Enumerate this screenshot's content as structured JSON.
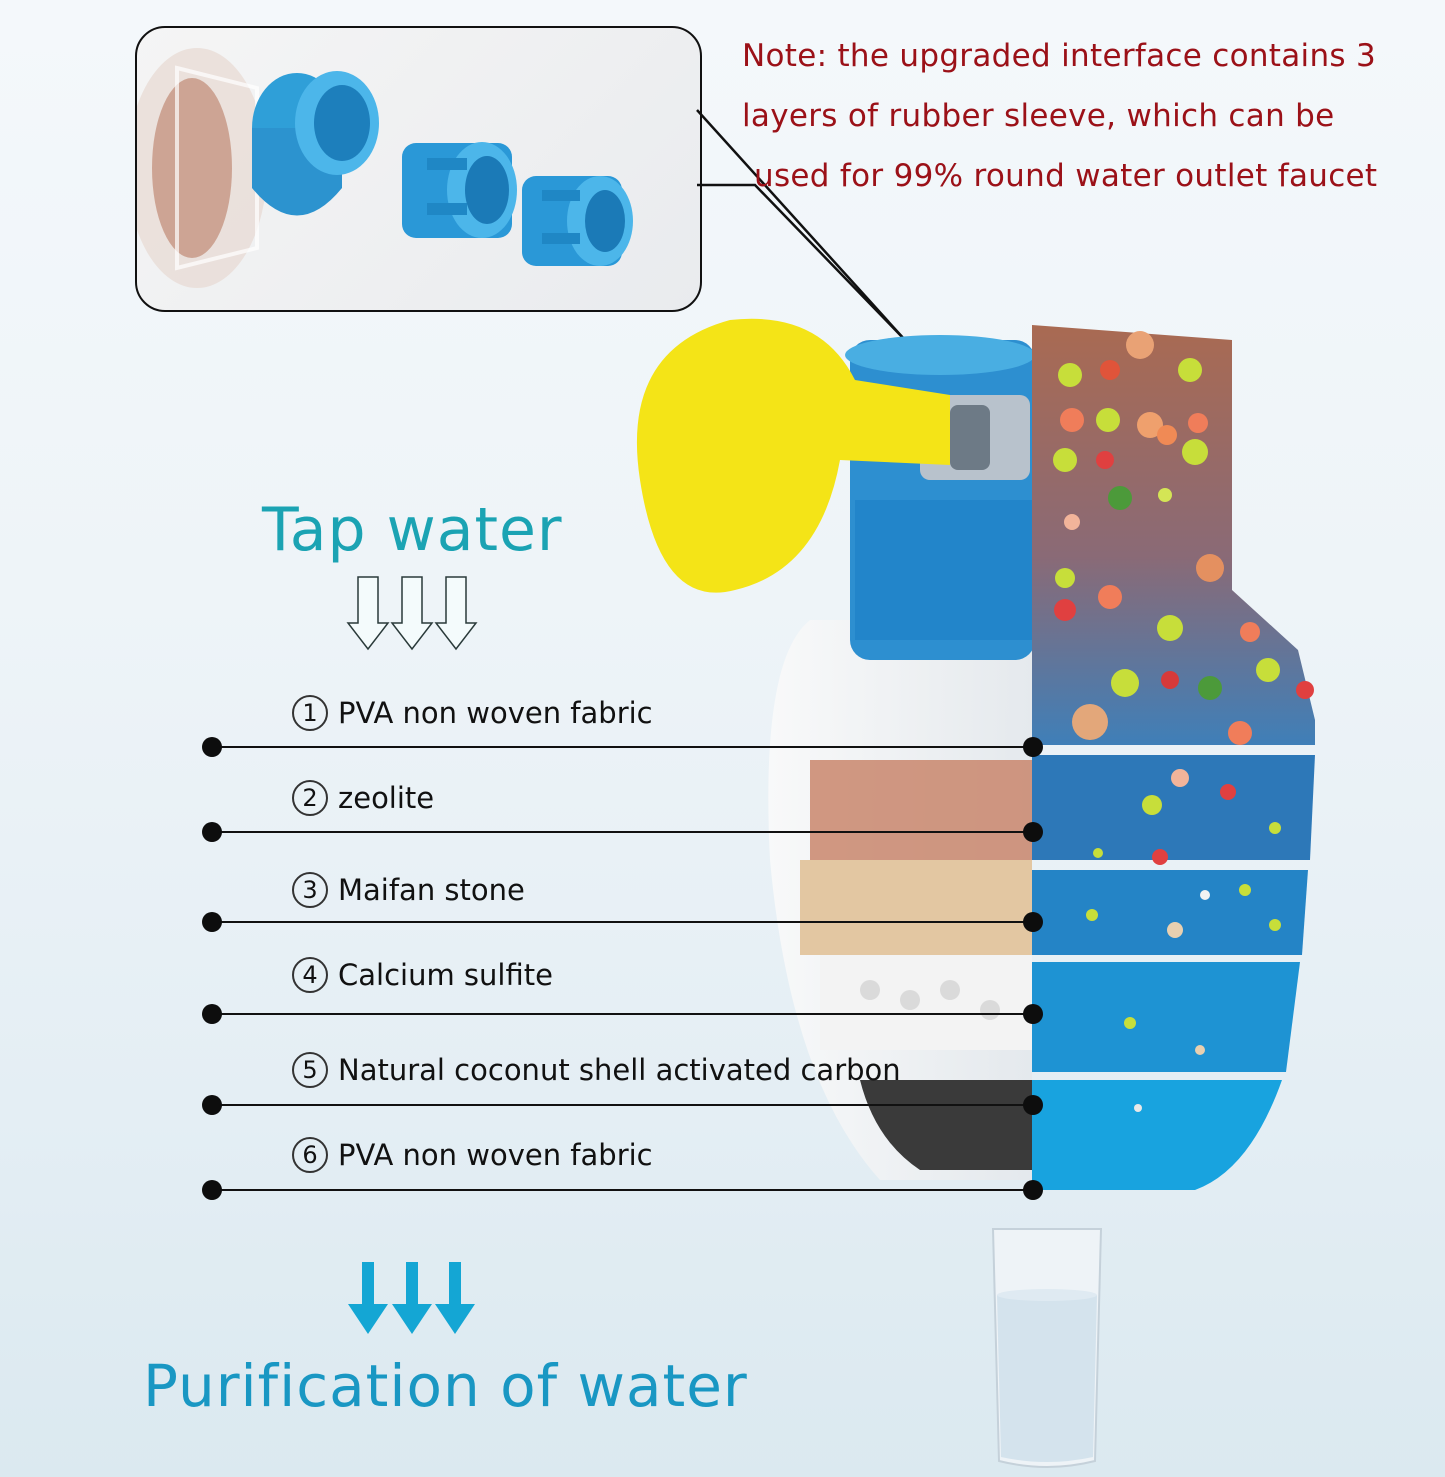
{
  "note": {
    "lines": [
      "Note: the upgraded interface contains 3",
      "layers of rubber sleeve, which can be",
      "used for 99% round water outlet faucet"
    ],
    "color": "#9b1118"
  },
  "titles": {
    "input": "Tap water",
    "output": "Purification of water",
    "input_color": "#1ba3b3",
    "output_color": "#1997c3"
  },
  "layers": [
    {
      "number": "1",
      "label": "PVA non woven fabric"
    },
    {
      "number": "2",
      "label": "zeolite"
    },
    {
      "number": "3",
      "label": "Maifan stone"
    },
    {
      "number": "4",
      "label": "Calcium sulfite"
    },
    {
      "number": "5",
      "label": "Natural coconut shell activated carbon"
    },
    {
      "number": "6",
      "label": "PVA non woven fabric"
    }
  ],
  "icons": {
    "input_arrows": "outline-down-arrows-icon",
    "output_arrows": "solid-down-arrows-icon",
    "product": "faucet-filter-cross-section",
    "callout": "rubber-sleeve-closeup",
    "glass": "water-glass-icon"
  }
}
